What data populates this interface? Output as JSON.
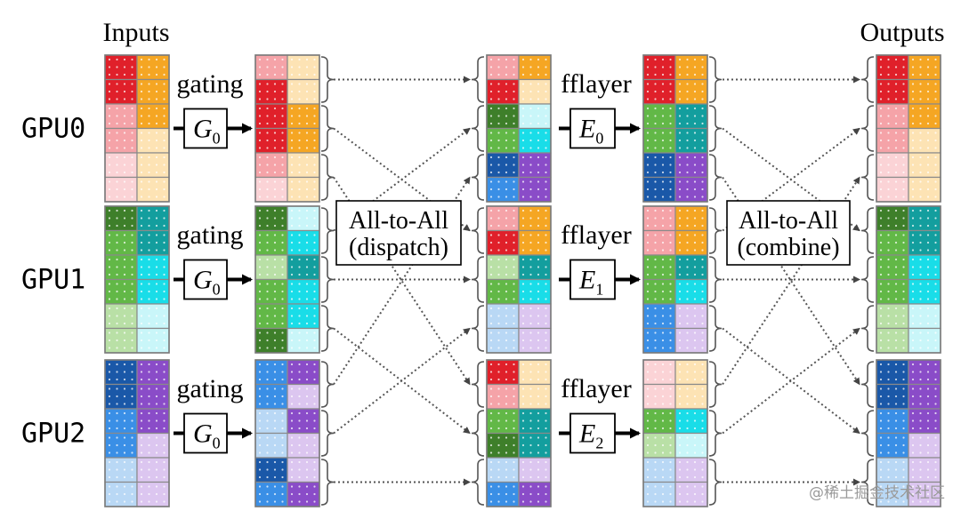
{
  "labels": {
    "inputs": "Inputs",
    "outputs": "Outputs",
    "gating": "gating",
    "fflayer": "fflayer",
    "a2a_dispatch_line1": "All-to-All",
    "a2a_dispatch_line2": "(dispatch)",
    "a2a_combine_line1": "All-to-All",
    "a2a_combine_line2": "(combine)",
    "gate_letter": "G",
    "expert_letter": "E",
    "watermark": "@稀土掘金技术社区"
  },
  "gpus": [
    {
      "name": "GPU0",
      "gate_sub": "0",
      "expert_sub": "0"
    },
    {
      "name": "GPU1",
      "gate_sub": "0",
      "expert_sub": "1"
    },
    {
      "name": "GPU2",
      "gate_sub": "0",
      "expert_sub": "2"
    }
  ],
  "colors": {
    "red": "#e0202a",
    "pink": "#f5a3a8",
    "lightpink": "#fbd3d6",
    "orange": "#f5a623",
    "lightorange": "#fde3b4",
    "darkgreen": "#3e7f2a",
    "green": "#62b847",
    "lightgreen": "#b9e0a6",
    "teal": "#139e9e",
    "cyan": "#19dde8",
    "lightcyan": "#c9f6f9",
    "darkblue": "#1a58a8",
    "blue": "#3a8fe6",
    "lightblue": "#b9d8f5",
    "purple": "#8a4cc8",
    "lightpurple": "#dcc6f0"
  }
}
